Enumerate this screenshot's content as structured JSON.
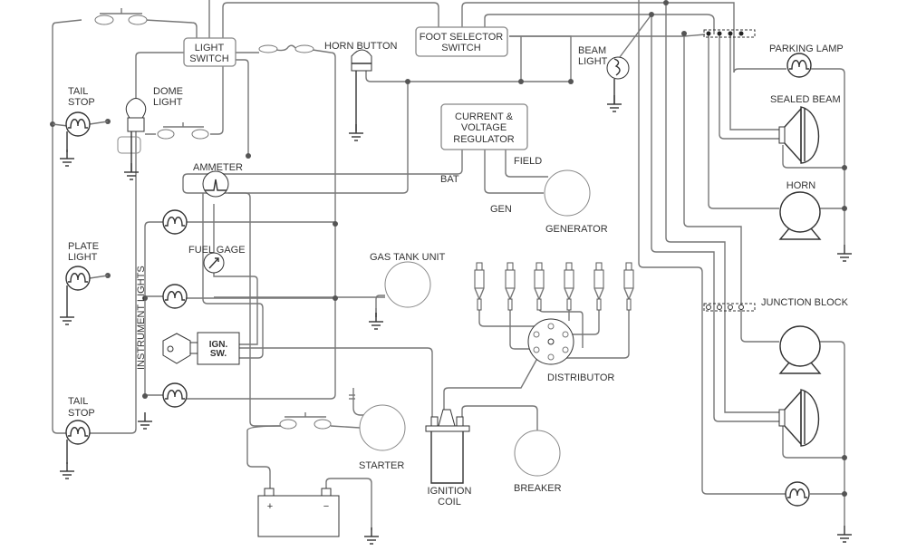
{
  "labels": {
    "light_switch": [
      "LIGHT",
      "SWITCH"
    ],
    "horn_button": "HORN BUTTON",
    "foot_selector": [
      "FOOT SELECTOR",
      "SWITCH"
    ],
    "beam_light": [
      "BEAM",
      "LIGHT"
    ],
    "parking_lamp": "PARKING LAMP",
    "sealed_beam": "SEALED BEAM",
    "horn": "HORN",
    "tail_stop_top": [
      "TAIL",
      "STOP"
    ],
    "dome_light": [
      "DOME",
      "LIGHT"
    ],
    "ammeter": "AMMETER",
    "bat": "BAT",
    "regulator": [
      "CURRENT &",
      "VOLTAGE",
      "REGULATOR"
    ],
    "field": "FIELD",
    "gen": "GEN",
    "generator": "GENERATOR",
    "plate_light": [
      "PLATE",
      "LIGHT"
    ],
    "fuel_gage": "FUEL GAGE",
    "gas_tank_unit": "GAS TANK UNIT",
    "instrument_lights": "INSTRUMENT LIGHTS",
    "ign_sw": [
      "IGN.",
      "SW."
    ],
    "junction_block": "JUNCTION BLOCK",
    "distributor": "DISTRIBUTOR",
    "tail_stop_bottom": [
      "TAIL",
      "STOP"
    ],
    "starter": "STARTER",
    "ignition_coil": [
      "IGNITION",
      "COIL"
    ],
    "breaker": "BREAKER",
    "battery_plus": "+",
    "battery_minus": "−"
  }
}
